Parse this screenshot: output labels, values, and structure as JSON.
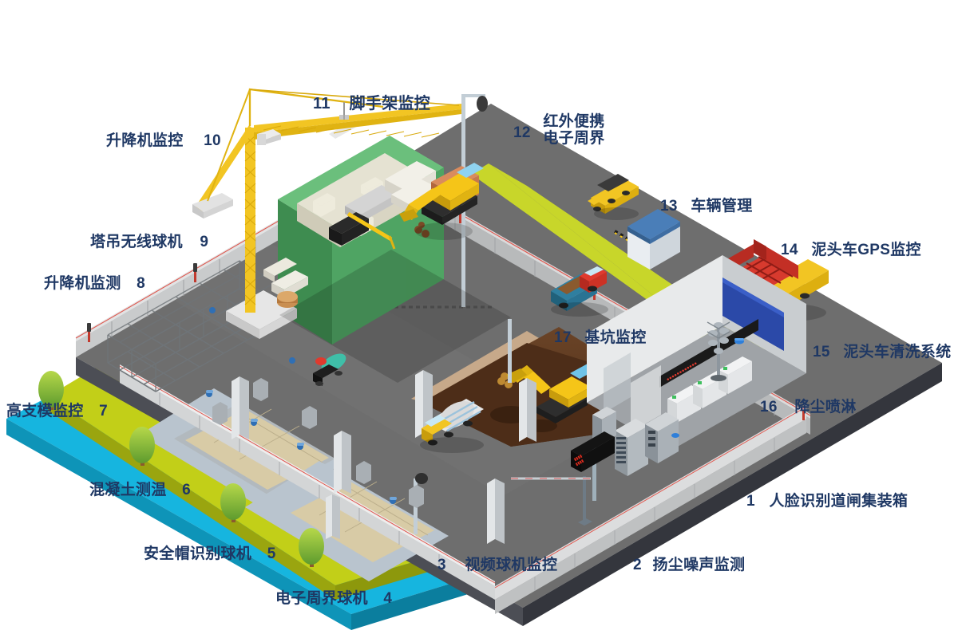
{
  "diagram": {
    "title": "智慧工地 Smart Construction Site Isometric Layout",
    "type": "isometric-illustration",
    "text_color": "#1F3864",
    "background": "#FFFFFF",
    "platform_colors": {
      "site_ground": "#6E6E6E",
      "site_ground_dark_edge": "#3A3D45",
      "grass_strip": "#C2CF18",
      "water_strip": "#16B5DF",
      "road": "#C8D62A",
      "building_green": "#4A9B5C",
      "wall_gray": "#C9CBCC",
      "pit_soil": "#5C3A22",
      "crane_yellow": "#F5C518",
      "perimeter_line": "#E05A5A"
    }
  },
  "labels": [
    {
      "id": "1",
      "num": "1",
      "text": "人脸识别道闸集装箱",
      "order": "num-first"
    },
    {
      "id": "2",
      "num": "2",
      "text": "扬尘噪声监测",
      "order": "num-first"
    },
    {
      "id": "3",
      "num": "3",
      "text": "视频球机监控",
      "order": "num-first"
    },
    {
      "id": "4",
      "num": "4",
      "text": "电子周界球机",
      "order": "text-first"
    },
    {
      "id": "5",
      "num": "5",
      "text": "安全帽识别球机",
      "order": "text-first"
    },
    {
      "id": "6",
      "num": "6",
      "text": "混凝土测温",
      "order": "text-first"
    },
    {
      "id": "7",
      "num": "7",
      "text": "高支模监控",
      "order": "text-first"
    },
    {
      "id": "8",
      "num": "8",
      "text": "升降机监测",
      "order": "text-first"
    },
    {
      "id": "9",
      "num": "9",
      "text": "塔吊无线球机",
      "order": "text-first"
    },
    {
      "id": "10",
      "num": "10",
      "text": "升降机监控",
      "order": "text-first"
    },
    {
      "id": "11",
      "num": "11",
      "text": "脚手架监控",
      "order": "num-first"
    },
    {
      "id": "12",
      "num": "12",
      "text": "红外便携\n电子周界",
      "line1": "红外便携",
      "line2": "电子周界",
      "order": "num-first"
    },
    {
      "id": "13",
      "num": "13",
      "text": "车辆管理",
      "order": "num-first"
    },
    {
      "id": "14",
      "num": "14",
      "text": "泥头车GPS监控",
      "order": "num-first"
    },
    {
      "id": "15",
      "num": "15",
      "text": "泥头车清洗系统",
      "order": "num-first"
    },
    {
      "id": "16",
      "num": "16",
      "text": "降尘喷淋",
      "order": "num-first"
    },
    {
      "id": "17",
      "num": "17",
      "text": "基坑监控",
      "order": "num-first"
    }
  ],
  "scene_elements": {
    "tower_crane": "tower-crane",
    "green_building": "green-building-under-construction",
    "excavator": "excavator",
    "dump_truck": "dump-truck",
    "concrete_mixer": "concrete-mixer-truck",
    "pickup_truck": "pickup-truck",
    "truck_wash": "truck-wash-rack",
    "guard_house": "guard-house-gate",
    "led_display": "led-display-board",
    "scaffolding": "steel-scaffolding",
    "pit": "excavation-pit",
    "trees": "roadside-trees",
    "light_pole": "street-light-pole",
    "ptz_cameras": "ptz-dome-cameras",
    "perimeter_beams": "infrared-perimeter-beams",
    "road": "site-haul-road",
    "water": "water-body",
    "material_stacks": "material-stacks"
  }
}
